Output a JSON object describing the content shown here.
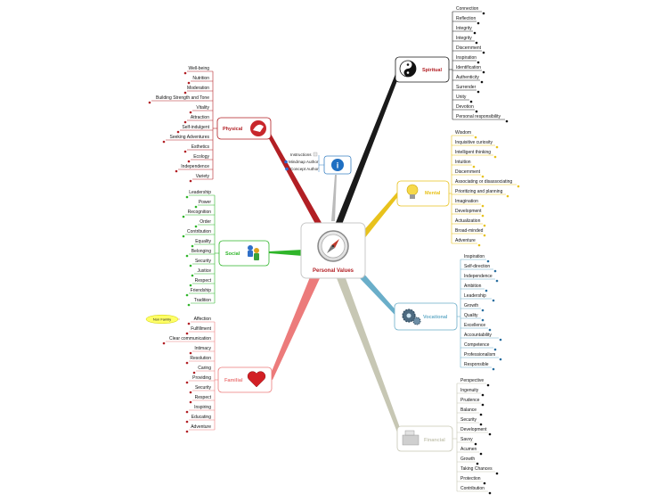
{
  "center": {
    "label": "Personal Values",
    "icon": "compass-icon"
  },
  "info": {
    "icon": "info-icon",
    "items": [
      "Instructions",
      "Mindmap Author",
      "Concept Author"
    ]
  },
  "branches": [
    {
      "key": "spiritual",
      "label": "Spiritual",
      "icon": "yin-yang-icon",
      "color": "#1a1a1a",
      "items": [
        "Connection",
        "Reflection",
        "Integrity",
        "Integrity",
        "Discernment",
        "Inspiration",
        "Identification",
        "Authenticity",
        "Surrender",
        "Unity",
        "Devotion",
        "Personal responsibility"
      ]
    },
    {
      "key": "mental",
      "label": "Mental",
      "icon": "lightbulb-icon",
      "color": "#e8c21c",
      "items": [
        "Wisdom",
        "Inquisitive curiosity",
        "Intelligent thinking",
        "Intuition",
        "Discernment",
        "Associating or disassociating",
        "Prioritizing and planning",
        "Imagination",
        "Development",
        "Actualization",
        "Broad-minded",
        "Adventure"
      ]
    },
    {
      "key": "vocational",
      "label": "Vocational",
      "icon": "gears-icon",
      "color": "#6aaec9",
      "items": [
        "Inspiration",
        "Self-direction",
        "Independence",
        "Ambition",
        "Leadership",
        "Growth",
        "Quality",
        "Excellence",
        "Accountability",
        "Competence",
        "Professionalism",
        "Responsible"
      ]
    },
    {
      "key": "financial",
      "label": "Financial",
      "icon": "cash-register-icon",
      "color": "#c7c7b4",
      "items": [
        "Perspective",
        "Ingenuity",
        "Prudence",
        "Balance",
        "Security",
        "Development",
        "Savvy",
        "Acumen",
        "Growth",
        "Taking Chances",
        "Protection",
        "Contribution"
      ]
    },
    {
      "key": "physical",
      "label": "Physical",
      "icon": "runner-icon",
      "color": "#b21f24",
      "items": [
        "Well-being",
        "Nutrition",
        "Moderation",
        "Building Strength and Tone",
        "Vitality",
        "Attraction",
        "Self-indulgent",
        "Seeking Adventures",
        "Esthetics",
        "Ecology",
        "Independence",
        "Variety"
      ]
    },
    {
      "key": "social",
      "label": "Social",
      "icon": "people-icon",
      "color": "#2fb52a",
      "items": [
        "Leadership",
        "Power",
        "Recognition",
        "Order",
        "Contribution",
        "Equality",
        "Belonging",
        "Security",
        "Justice",
        "Respect",
        "Friendship",
        "Tradition"
      ]
    },
    {
      "key": "familial",
      "label": "Familial",
      "icon": "heart-icon",
      "color": "#ec7b7b",
      "items": [
        "Affection",
        "Fulfillment",
        "Clear communication",
        "Intimacy",
        "Resolution",
        "Caring",
        "Providing",
        "Security",
        "Respect",
        "Inspiring",
        "Educating",
        "Adventure"
      ],
      "callout": "Non Family"
    }
  ]
}
